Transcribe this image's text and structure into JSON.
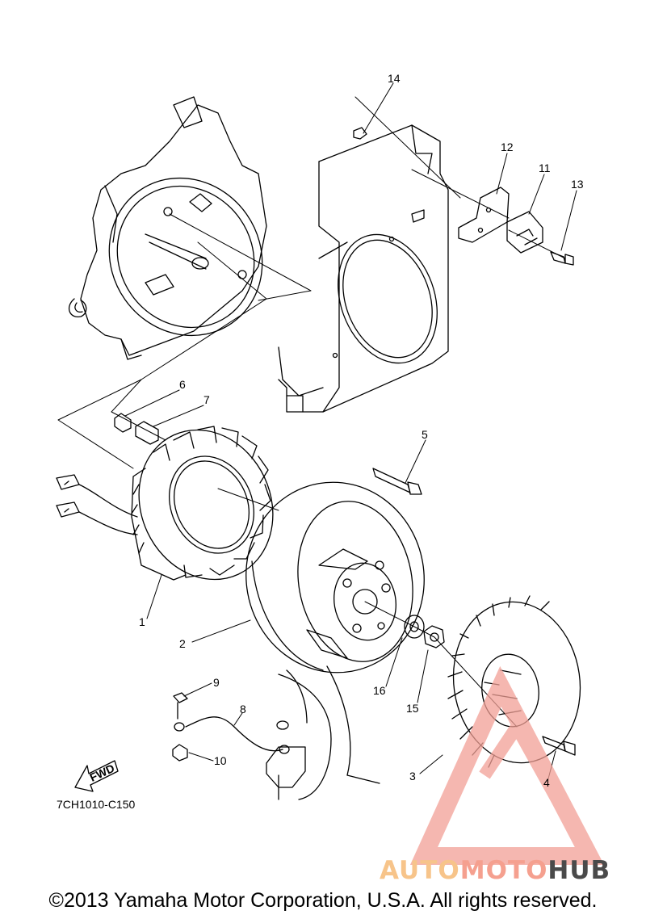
{
  "diagram": {
    "callouts": [
      {
        "id": "1",
        "label": "1"
      },
      {
        "id": "2",
        "label": "2"
      },
      {
        "id": "3",
        "label": "3"
      },
      {
        "id": "4",
        "label": "4"
      },
      {
        "id": "5",
        "label": "5"
      },
      {
        "id": "6",
        "label": "6"
      },
      {
        "id": "7",
        "label": "7"
      },
      {
        "id": "8",
        "label": "8"
      },
      {
        "id": "9",
        "label": "9"
      },
      {
        "id": "10",
        "label": "10"
      },
      {
        "id": "11",
        "label": "11"
      },
      {
        "id": "12",
        "label": "12"
      },
      {
        "id": "13",
        "label": "13"
      },
      {
        "id": "14",
        "label": "14"
      },
      {
        "id": "15",
        "label": "15"
      },
      {
        "id": "16",
        "label": "16"
      }
    ],
    "fwd_label": "FWD",
    "drawing_code": "7CH1010-C150"
  },
  "watermark": {
    "part1": "AUTO",
    "part2": "MOTO",
    "part3": "HUB",
    "colors": {
      "logo": "#f2a096",
      "auto": "#f7c48a",
      "moto": "#f5a08f",
      "hub": "#4a4a4a"
    }
  },
  "footer": {
    "copyright": "©2013 Yamaha Motor Corporation, U.S.A. All rights reserved."
  }
}
